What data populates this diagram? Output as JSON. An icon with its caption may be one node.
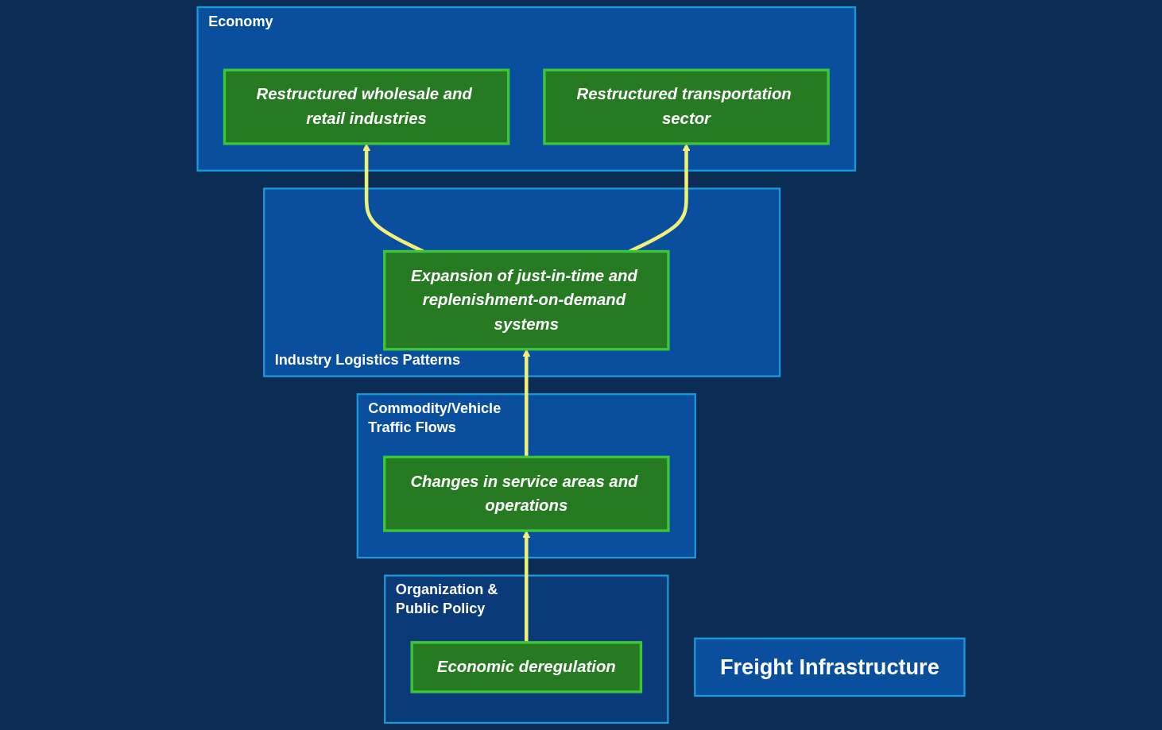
{
  "diagram": {
    "nodes": [
      {
        "text": [
          "Economy"
        ]
      },
      {
        "text": [
          "Restructured wholesale and retail industries"
        ],
        "in": 0
      },
      {
        "text": [
          "Restructured transportation sector"
        ],
        "in": 0
      },
      {
        "text": [
          "Industry Logistics Patterns"
        ]
      },
      {
        "text": [
          "Expansion of just-in-time and replenishment-on-demand systems"
        ],
        "in": 3
      },
      {
        "text": [
          "Freight Infrastructure"
        ]
      },
      {
        "text": [
          "Commodity/Vehicle Traffic Flows"
        ]
      },
      {
        "text": [
          "Changes in service areas and operations"
        ],
        "in": 6
      },
      {
        "text": [
          "Organization & Public Policy"
        ]
      },
      {
        "text": [
          "Economic deregulation"
        ],
        "in": 8
      }
    ],
    "edges": [
      {
        "from": 4,
        "to": 1,
        "arrow": "to"
      },
      {
        "from": 4,
        "to": 2,
        "arrow": "to"
      },
      {
        "from": 7,
        "to": 4,
        "arrow": "to"
      },
      {
        "from": 9,
        "to": 7,
        "arrow": "to"
      }
    ]
  }
}
